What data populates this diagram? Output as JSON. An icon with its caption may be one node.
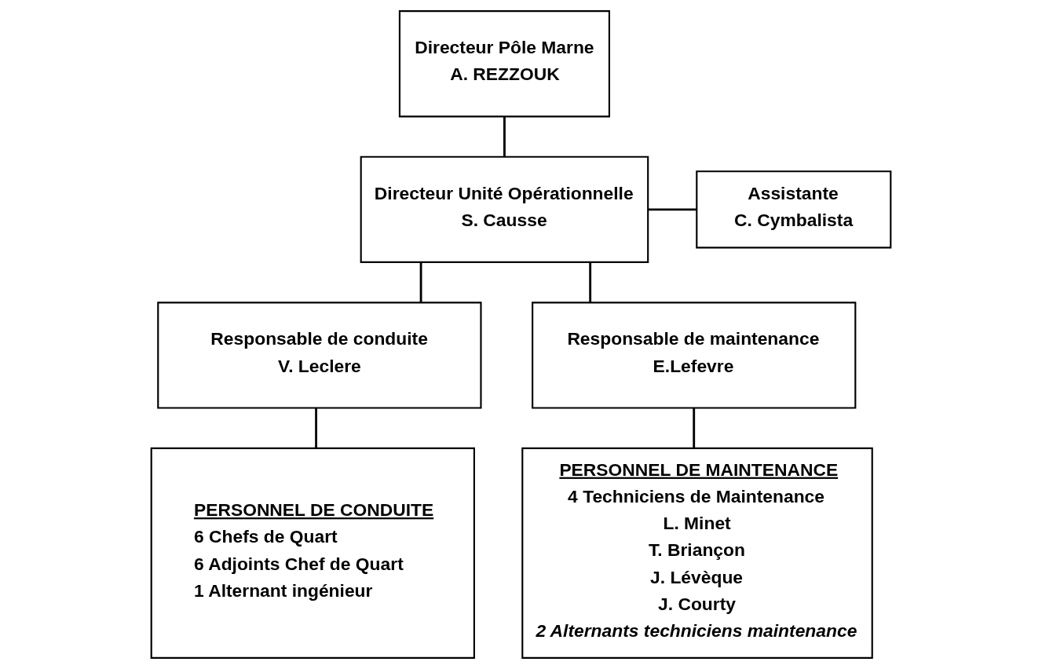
{
  "diagram": {
    "nodes": [
      {
        "text": [
          "Directeur Pôle Marne",
          "A. REZZOUK"
        ]
      },
      {
        "text": [
          "Directeur Unité Opérationnelle",
          "S. Causse"
        ]
      },
      {
        "text": [
          "Assistante",
          "C. Cymbalista"
        ]
      },
      {
        "text": [
          "Responsable de conduite",
          "V. Leclere"
        ]
      },
      {
        "text": [
          "Responsable de maintenance",
          "E.Lefevre"
        ]
      },
      {
        "text": [
          "PERSONNEL DE CONDUITE",
          "6 Chefs de Quart",
          "6 Adjoints Chef de Quart",
          "1 Alternant ingénieur"
        ]
      },
      {
        "text": [
          "PERSONNEL DE MAINTENANCE",
          "4 Techniciens de Maintenance",
          "L. Minet",
          "T. Briançon",
          "J. Lévèque",
          "J. Courty",
          "2 Alternants techniciens maintenance"
        ]
      }
    ],
    "edges": [
      {
        "from": 0,
        "to": 1,
        "arrow": "none"
      },
      {
        "from": 1,
        "to": 2,
        "arrow": "none"
      },
      {
        "from": 1,
        "to": 3,
        "arrow": "none"
      },
      {
        "from": 1,
        "to": 4,
        "arrow": "none"
      },
      {
        "from": 3,
        "to": 5,
        "arrow": "none"
      },
      {
        "from": 4,
        "to": 6,
        "arrow": "none"
      }
    ]
  }
}
